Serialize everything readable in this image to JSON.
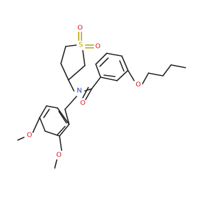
{
  "molecule": {
    "atoms": {
      "s": "S",
      "o_sulfonyl_top": "O",
      "o_sulfonyl_right": "O",
      "n": "N",
      "o_carbonyl": "O",
      "o_ether_butoxy": "O",
      "o_methoxy_upper": "O",
      "o_methoxy_lower": "O"
    },
    "colors": {
      "bond": "#222222",
      "oxygen": "#e0151a",
      "sulfur": "#b8a100",
      "nitrogen": "#1f3fcf"
    }
  }
}
